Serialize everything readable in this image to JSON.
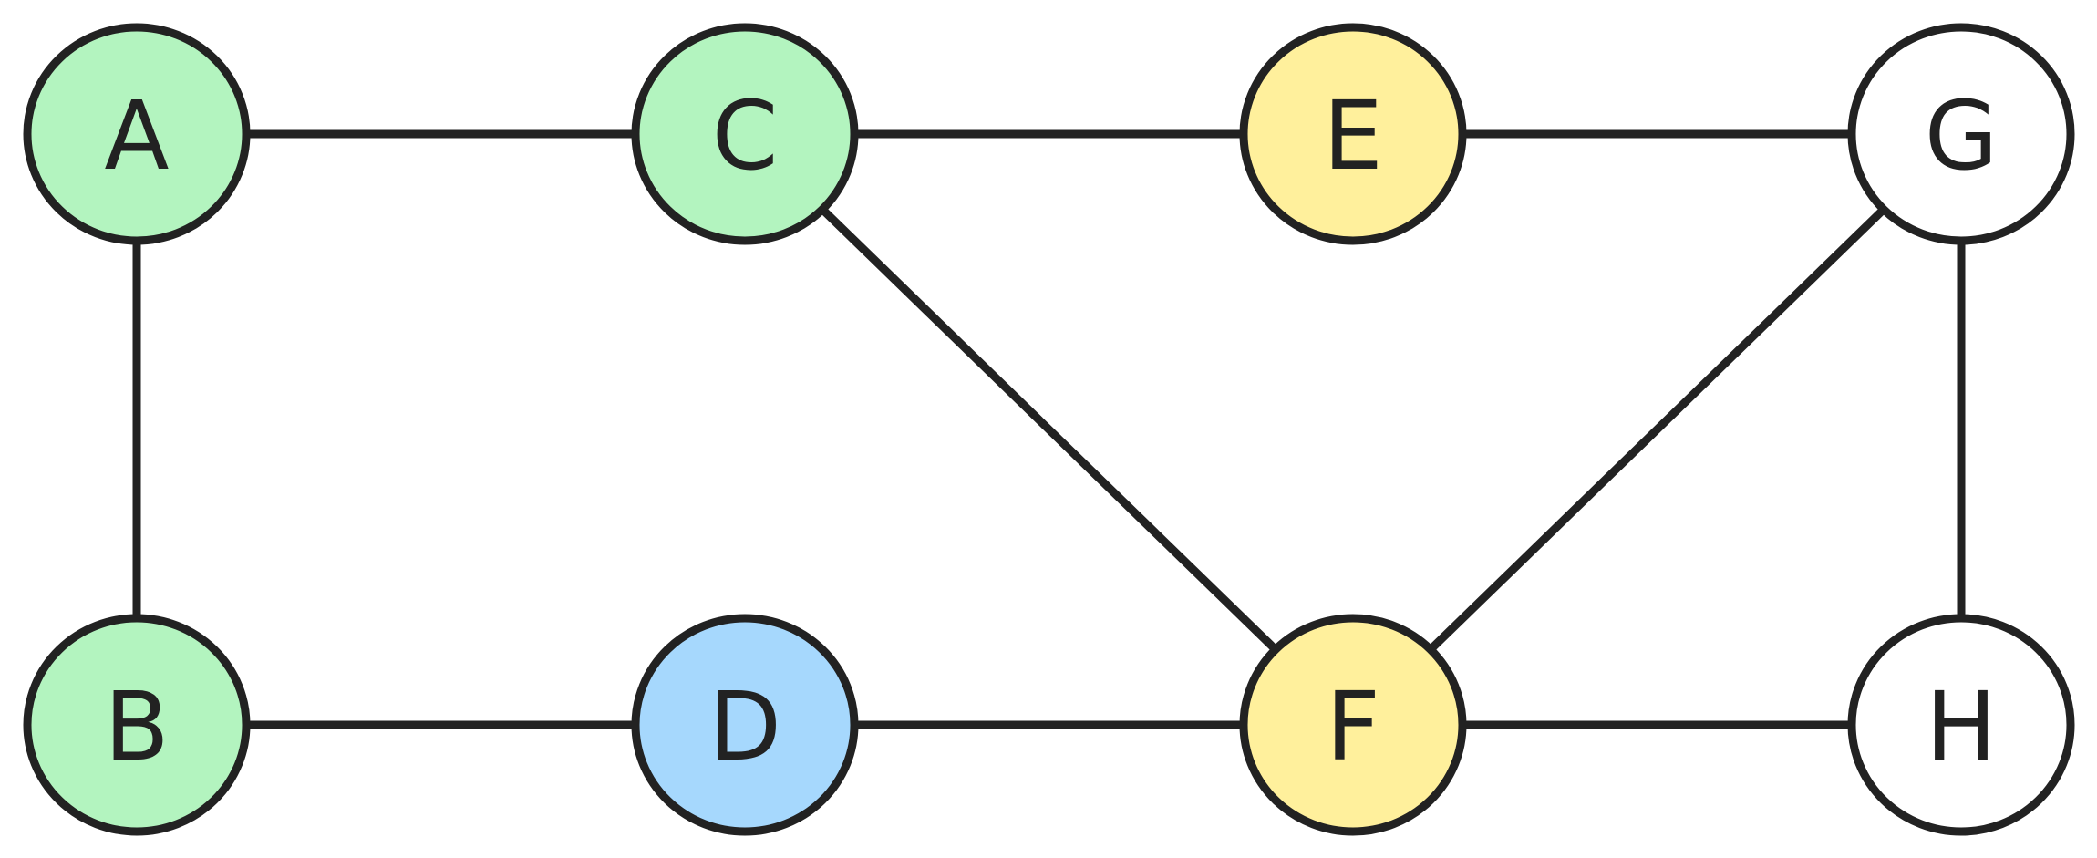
{
  "colors": {
    "green": "#b3f4bf",
    "yellow": "#fff09c",
    "blue": "#a6d8fd",
    "white": "#ffffff",
    "stroke": "#222222"
  },
  "nodes": [
    {
      "id": "A",
      "label": "A",
      "fill": "green"
    },
    {
      "id": "B",
      "label": "B",
      "fill": "green"
    },
    {
      "id": "C",
      "label": "C",
      "fill": "green"
    },
    {
      "id": "D",
      "label": "D",
      "fill": "blue"
    },
    {
      "id": "E",
      "label": "E",
      "fill": "yellow"
    },
    {
      "id": "F",
      "label": "F",
      "fill": "yellow"
    },
    {
      "id": "G",
      "label": "G",
      "fill": "white"
    },
    {
      "id": "H",
      "label": "H",
      "fill": "white"
    }
  ],
  "edges": [
    [
      "A",
      "C"
    ],
    [
      "C",
      "E"
    ],
    [
      "E",
      "G"
    ],
    [
      "A",
      "B"
    ],
    [
      "B",
      "D"
    ],
    [
      "D",
      "F"
    ],
    [
      "F",
      "H"
    ],
    [
      "C",
      "F"
    ],
    [
      "G",
      "F"
    ],
    [
      "G",
      "H"
    ]
  ]
}
